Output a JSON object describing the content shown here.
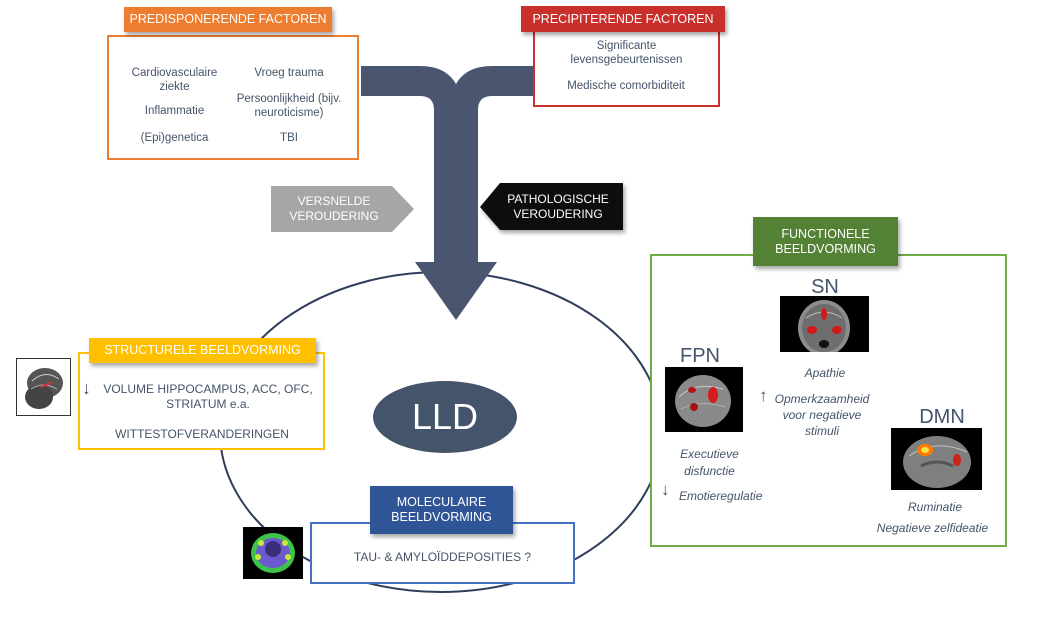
{
  "predisponerend": {
    "title": "PREDISPONERENDE FACTOREN",
    "left_items": [
      "Cardiovasculaire ziekte",
      "Inflammatie",
      "(Epi)genetica"
    ],
    "right_items": [
      "Vroeg trauma",
      "Persoonlijkheid (bijv. neuroticisme)",
      "TBI"
    ],
    "color": "#ed7d31"
  },
  "precipiterend": {
    "title": "PRECIPITERENDE FACTOREN",
    "items": [
      "Significante levensgebeurtenissen",
      "Medische comorbiditeit"
    ],
    "color": "#c9302c"
  },
  "arrows": {
    "versnelde": "VERSNELDE VEROUDERING",
    "pathologische": "PATHOLOGISCHE VEROUDERING"
  },
  "center": {
    "label": "LLD",
    "color": "#44546a"
  },
  "structurele": {
    "title": "STRUCTURELE BEELDVORMING",
    "arrow": "↓",
    "line1": "VOLUME HIPPOCAMPUS, ACC, OFC, STRIATUM e.a.",
    "line2": "WITTESTOFVERANDERINGEN",
    "color": "#ffc000"
  },
  "moleculaire": {
    "title": "MOLECULAIRE BEELDVORMING",
    "text": "TAU- & AMYLOÏDDEPOSITIES ?",
    "color": "#4472c4"
  },
  "functionele": {
    "title": "FUNCTIONELE BEELDVORMING",
    "color": "#70ad47",
    "header_color": "#548235",
    "networks": {
      "sn": {
        "name": "SN",
        "items": [
          "Apathie"
        ],
        "arrow": "↑",
        "arrow_text": "Opmerkzaamheid voor negatieve stimuli"
      },
      "fpn": {
        "name": "FPN",
        "items": [
          "Executieve disfunctie"
        ],
        "arrow": "↓",
        "arrow_text": "Emotieregulatie"
      },
      "dmn": {
        "name": "DMN",
        "items": [
          "Ruminatie",
          "Negatieve zelfideatie"
        ]
      }
    }
  }
}
